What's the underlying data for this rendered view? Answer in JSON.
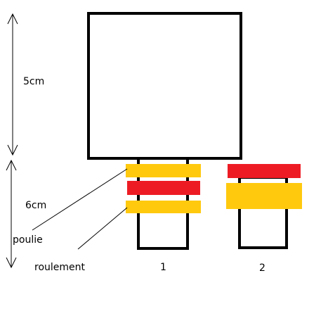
{
  "labels": {
    "top_dimension": "5cm",
    "bottom_dimension": "6cm",
    "pulley": "poulie",
    "bearing": "roulement",
    "variant_1": "1",
    "variant_2": "2"
  },
  "colors": {
    "outline": "#000000",
    "yellow": "#FFC90E",
    "red": "#ED1C24",
    "background": "#FFFFFF"
  }
}
